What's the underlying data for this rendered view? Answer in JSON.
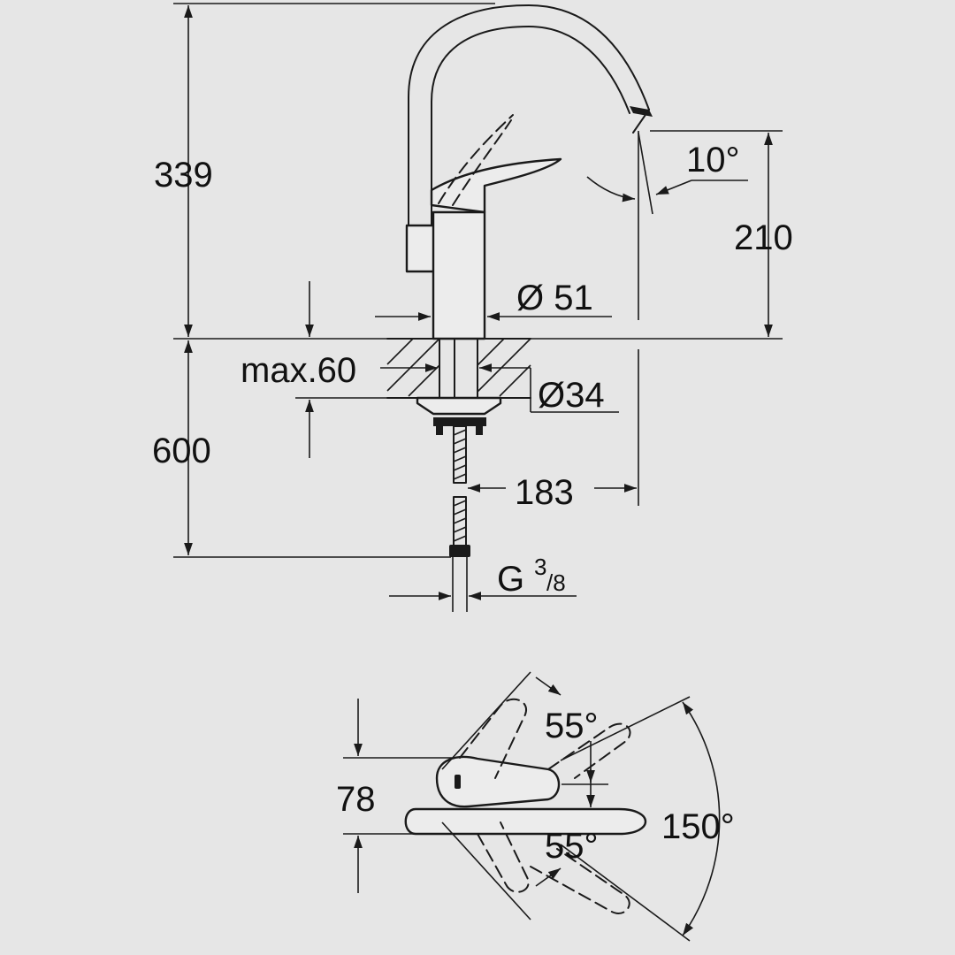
{
  "dimensions": {
    "height_total": "339",
    "spout_height": "210",
    "spout_angle": "10°",
    "body_diameter": "Ø 51",
    "deck_thickness": "max.60",
    "hole_diameter": "Ø34",
    "hose_length": "600",
    "spout_reach": "183",
    "connection": "G",
    "connection_frac_num": "3",
    "connection_frac_den": "/8"
  },
  "top_view": {
    "depth": "78",
    "lever_angle_up": "55°",
    "lever_angle_down": "55°",
    "swivel_range": "150°"
  },
  "colors": {
    "background": "#e6e6e6",
    "line": "#1a1a1a"
  }
}
